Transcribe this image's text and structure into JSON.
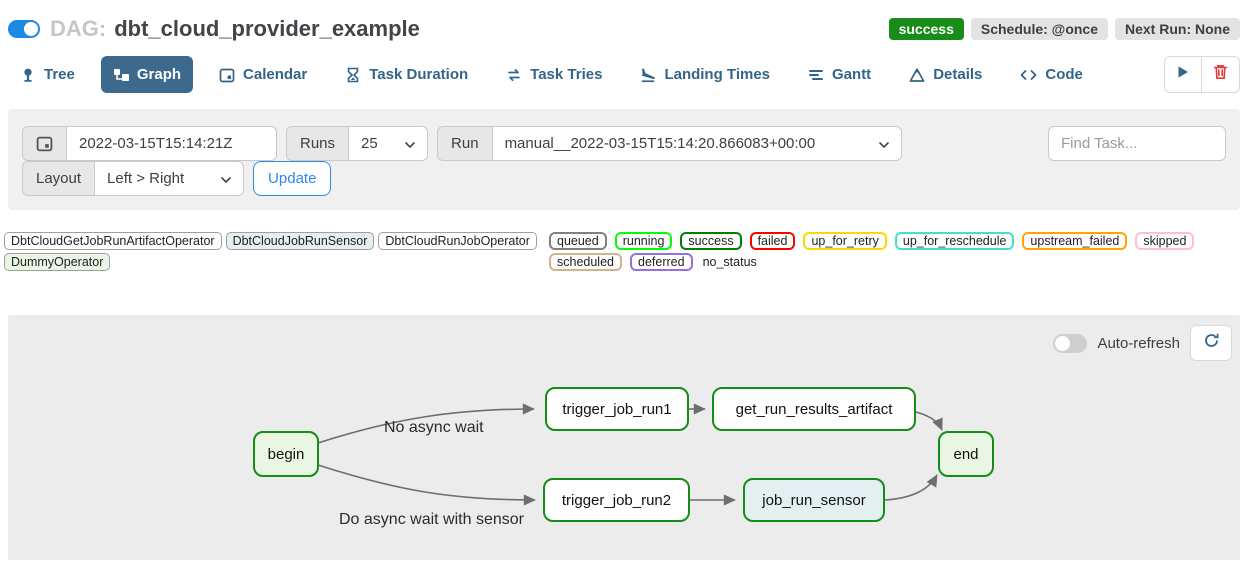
{
  "header": {
    "dag_prefix": "DAG:",
    "dag_name": "dbt_cloud_provider_example",
    "dag_toggle_on": true,
    "status_badge": "success",
    "schedule_badge": "Schedule: @once",
    "next_run_badge": "Next Run: None"
  },
  "colors": {
    "accent_blue": "#2e8ae6",
    "toggle_blue": "#1e88e5",
    "tab_text_blue": "#33658a",
    "active_tab_bg": "#3d6a8c",
    "success_green": "#188c18",
    "node_border_green": "#178c17",
    "danger_red": "#e53935",
    "edge_gray": "#6e6e6e"
  },
  "tabs": [
    {
      "label": "Tree",
      "active": false
    },
    {
      "label": "Graph",
      "active": true
    },
    {
      "label": "Calendar",
      "active": false
    },
    {
      "label": "Task Duration",
      "active": false
    },
    {
      "label": "Task Tries",
      "active": false
    },
    {
      "label": "Landing Times",
      "active": false
    },
    {
      "label": "Gantt",
      "active": false
    },
    {
      "label": "Details",
      "active": false
    },
    {
      "label": "Code",
      "active": false
    }
  ],
  "filters": {
    "base_date_value": "2022-03-15T15:14:21Z",
    "runs_label": "Runs",
    "runs_value": "25",
    "run_label": "Run",
    "run_value": "manual__2022-03-15T15:14:20.866083+00:00",
    "find_task_placeholder": "Find Task...",
    "layout_label": "Layout",
    "layout_value": "Left > Right",
    "update_label": "Update"
  },
  "legend": {
    "operators": [
      {
        "label": "DbtCloudGetJobRunArtifactOperator",
        "fill": "#ffffff"
      },
      {
        "label": "DbtCloudJobRunSensor",
        "fill": "#e3eff0"
      },
      {
        "label": "DbtCloudRunJobOperator",
        "fill": "#ffffff"
      },
      {
        "label": "DummyOperator",
        "fill": "#e8f7e4"
      }
    ],
    "statuses": [
      {
        "label": "queued",
        "color": "#808080"
      },
      {
        "label": "running",
        "color": "#00ff00"
      },
      {
        "label": "success",
        "color": "#008000"
      },
      {
        "label": "failed",
        "color": "#ff0000"
      },
      {
        "label": "up_for_retry",
        "color": "#ffd700"
      },
      {
        "label": "up_for_reschedule",
        "color": "#40e0d0"
      },
      {
        "label": "upstream_failed",
        "color": "#ffa500"
      },
      {
        "label": "skipped",
        "color": "#ffc0cb"
      },
      {
        "label": "scheduled",
        "color": "#d2b48c"
      },
      {
        "label": "deferred",
        "color": "#9370db"
      }
    ],
    "no_status_label": "no_status"
  },
  "graph": {
    "auto_refresh_label": "Auto-refresh",
    "auto_refresh_on": false,
    "nodes": [
      {
        "id": "begin",
        "label": "begin",
        "fill": "#e9f6e3"
      },
      {
        "id": "trigger_job_run1",
        "label": "trigger_job_run1",
        "fill": "#ffffff"
      },
      {
        "id": "get_run_results_artifact",
        "label": "get_run_results_artifact",
        "fill": "#ffffff"
      },
      {
        "id": "end",
        "label": "end",
        "fill": "#e9f6e3"
      },
      {
        "id": "trigger_job_run2",
        "label": "trigger_job_run2",
        "fill": "#ffffff"
      },
      {
        "id": "job_run_sensor",
        "label": "job_run_sensor",
        "fill": "#e3eff0"
      }
    ],
    "edges": [
      {
        "from": "begin",
        "to": "trigger_job_run1",
        "label": "No async wait"
      },
      {
        "from": "trigger_job_run1",
        "to": "get_run_results_artifact",
        "label": ""
      },
      {
        "from": "get_run_results_artifact",
        "to": "end",
        "label": ""
      },
      {
        "from": "begin",
        "to": "trigger_job_run2",
        "label": "Do async wait with sensor"
      },
      {
        "from": "trigger_job_run2",
        "to": "job_run_sensor",
        "label": ""
      },
      {
        "from": "job_run_sensor",
        "to": "end",
        "label": ""
      }
    ]
  }
}
